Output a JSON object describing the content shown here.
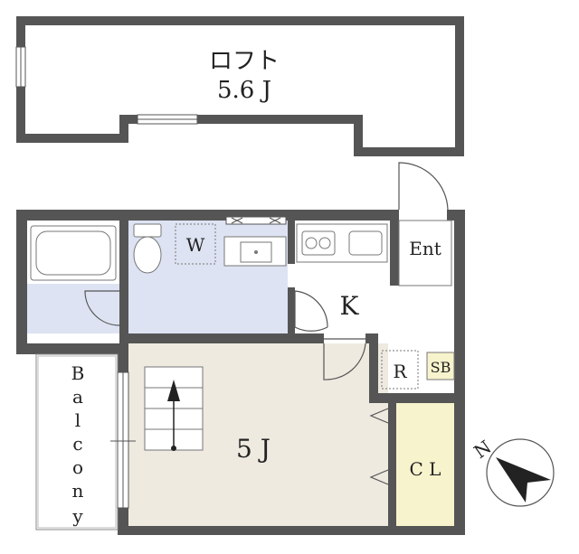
{
  "rooms": {
    "loft": {
      "name": "ロフト",
      "size": "5.6 J"
    },
    "main": {
      "size": "5 J"
    },
    "kitchen": {
      "name": "K"
    },
    "entrance": {
      "name": "Ent"
    },
    "washer": {
      "name": "W"
    },
    "refrigerator": {
      "name": "R"
    },
    "shoe_box": {
      "name": "SB"
    },
    "closet": {
      "name": "C L"
    },
    "balcony": {
      "letters": [
        "B",
        "a",
        "l",
        "c",
        "o",
        "n",
        "y"
      ]
    }
  },
  "compass": {
    "label": "N"
  },
  "colors": {
    "wall": "#555555",
    "wet_area": "#dde3f2",
    "main_room": "#eeeae0",
    "closet": "#f7f3cc",
    "shoe_box": "#f7f3cc"
  }
}
